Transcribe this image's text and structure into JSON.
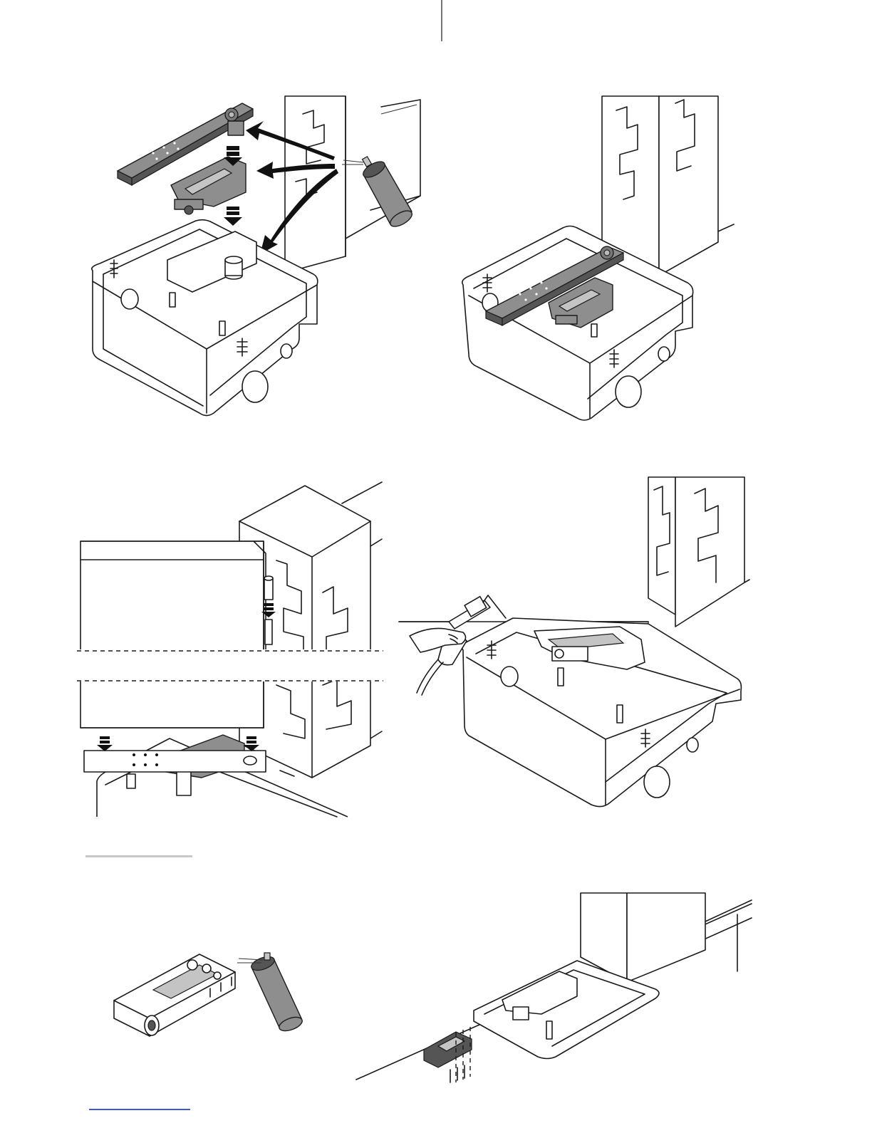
{
  "colors": {
    "line": "#1a1a1a",
    "part_grey": "#8e8e8e",
    "divider_grey": "#c8c8c8",
    "footer_link_blue": "#3b5bd6"
  },
  "figures": [
    {
      "id": "fig-1",
      "icon": "lubricate-assembly-illustration"
    },
    {
      "id": "fig-2",
      "icon": "assembled-arm-in-box-illustration"
    },
    {
      "id": "fig-3",
      "icon": "gate-leaf-lowering-illustration"
    },
    {
      "id": "fig-4",
      "icon": "welding-torch-illustration"
    },
    {
      "id": "fig-5",
      "icon": "lubricate-release-device-illustration"
    },
    {
      "id": "fig-6",
      "icon": "mount-release-device-illustration"
    }
  ]
}
